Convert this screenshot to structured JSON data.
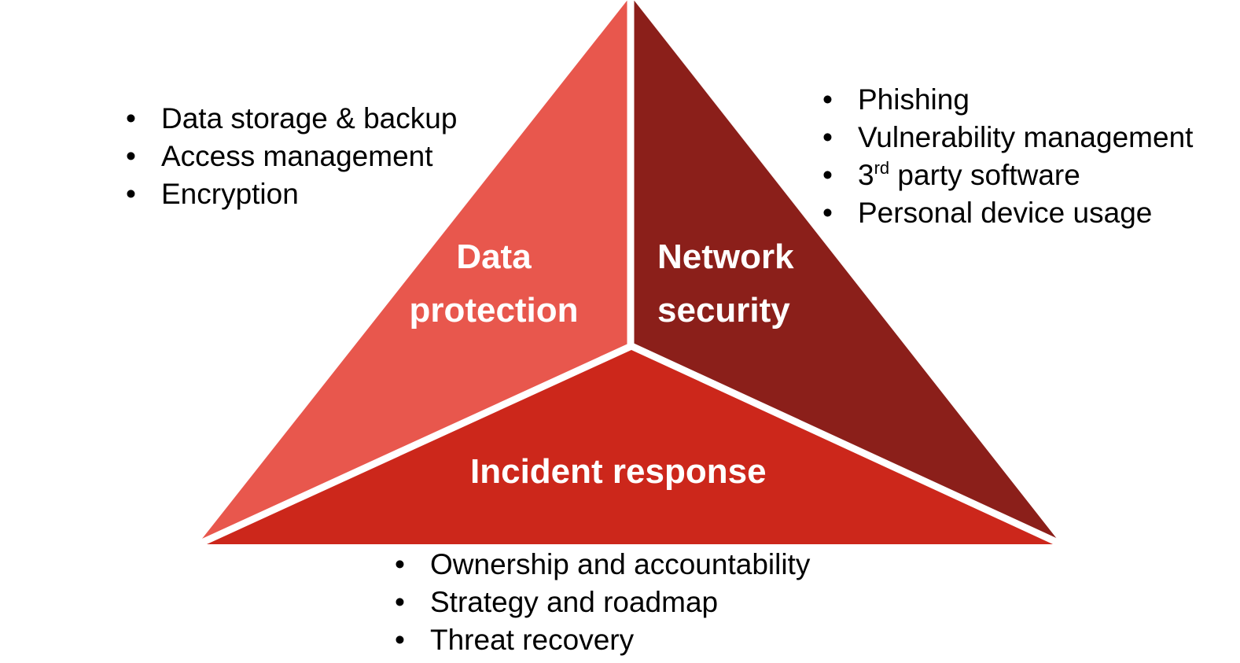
{
  "colors": {
    "data_protection": "#E8574D",
    "network_security": "#8B1F1A",
    "incident_response": "#CC271B"
  },
  "segments": {
    "data_protection": {
      "line1": "Data",
      "line2": "protection"
    },
    "network_security": {
      "line1": "Network",
      "line2": "security"
    },
    "incident_response": {
      "label": "Incident response"
    }
  },
  "lists": {
    "data_protection": [
      "Data storage & backup",
      "Access management",
      "Encryption"
    ],
    "network_security": [
      "Phishing",
      "Vulnerability management",
      "3",
      "rd",
      " party software",
      "Personal device usage"
    ],
    "incident_response": [
      "Ownership and accountability",
      "Strategy and roadmap",
      "Threat recovery"
    ]
  }
}
